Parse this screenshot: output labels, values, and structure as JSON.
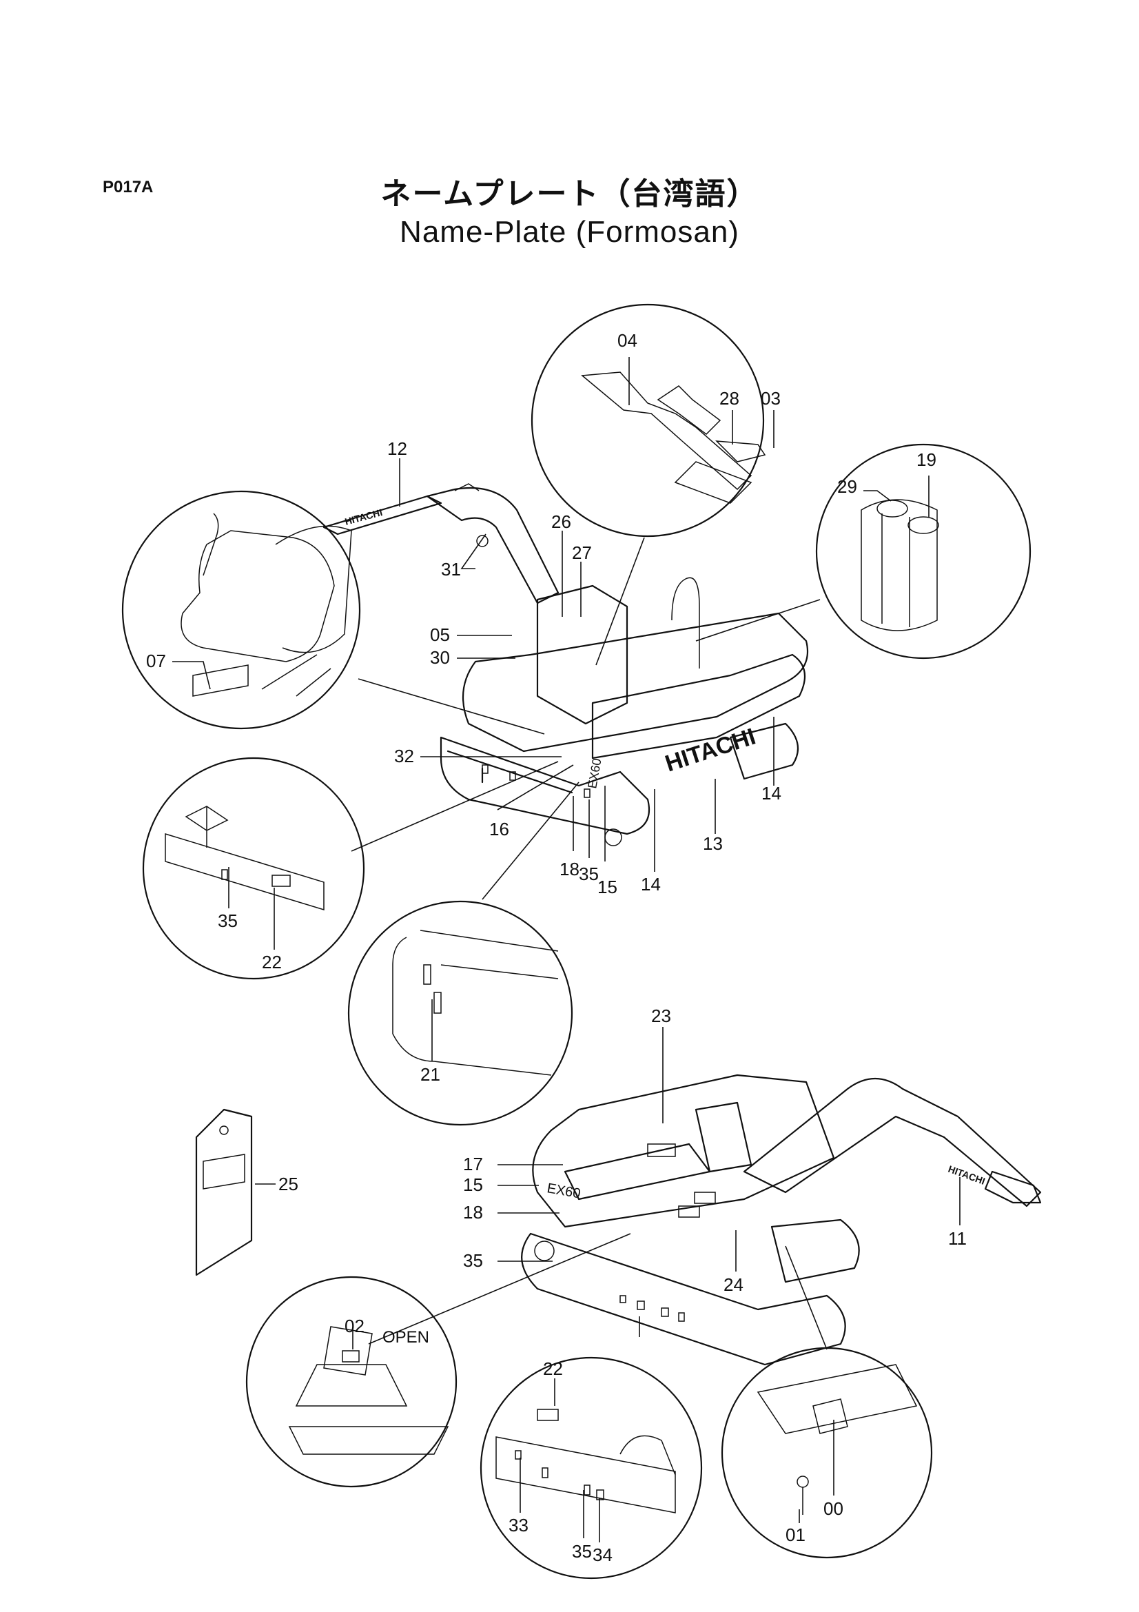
{
  "header": {
    "page_code": "P017A",
    "title_jp": "ネームプレート（台湾語）",
    "title_en": "Name-Plate (Formosan)"
  },
  "diagram": {
    "decal_text": {
      "hitachi": "HITACHI",
      "model": "EX60",
      "open": "OPEN"
    },
    "callouts": [
      "12",
      "31",
      "26",
      "27",
      "05",
      "30",
      "07",
      "32",
      "16",
      "18",
      "35",
      "15",
      "14",
      "13",
      "14",
      "04",
      "28",
      "03",
      "29",
      "19",
      "35",
      "22",
      "21",
      "23",
      "17",
      "15",
      "18",
      "35",
      "24",
      "11",
      "25",
      "02",
      "22",
      "33",
      "35",
      "34",
      "01",
      "00"
    ]
  }
}
